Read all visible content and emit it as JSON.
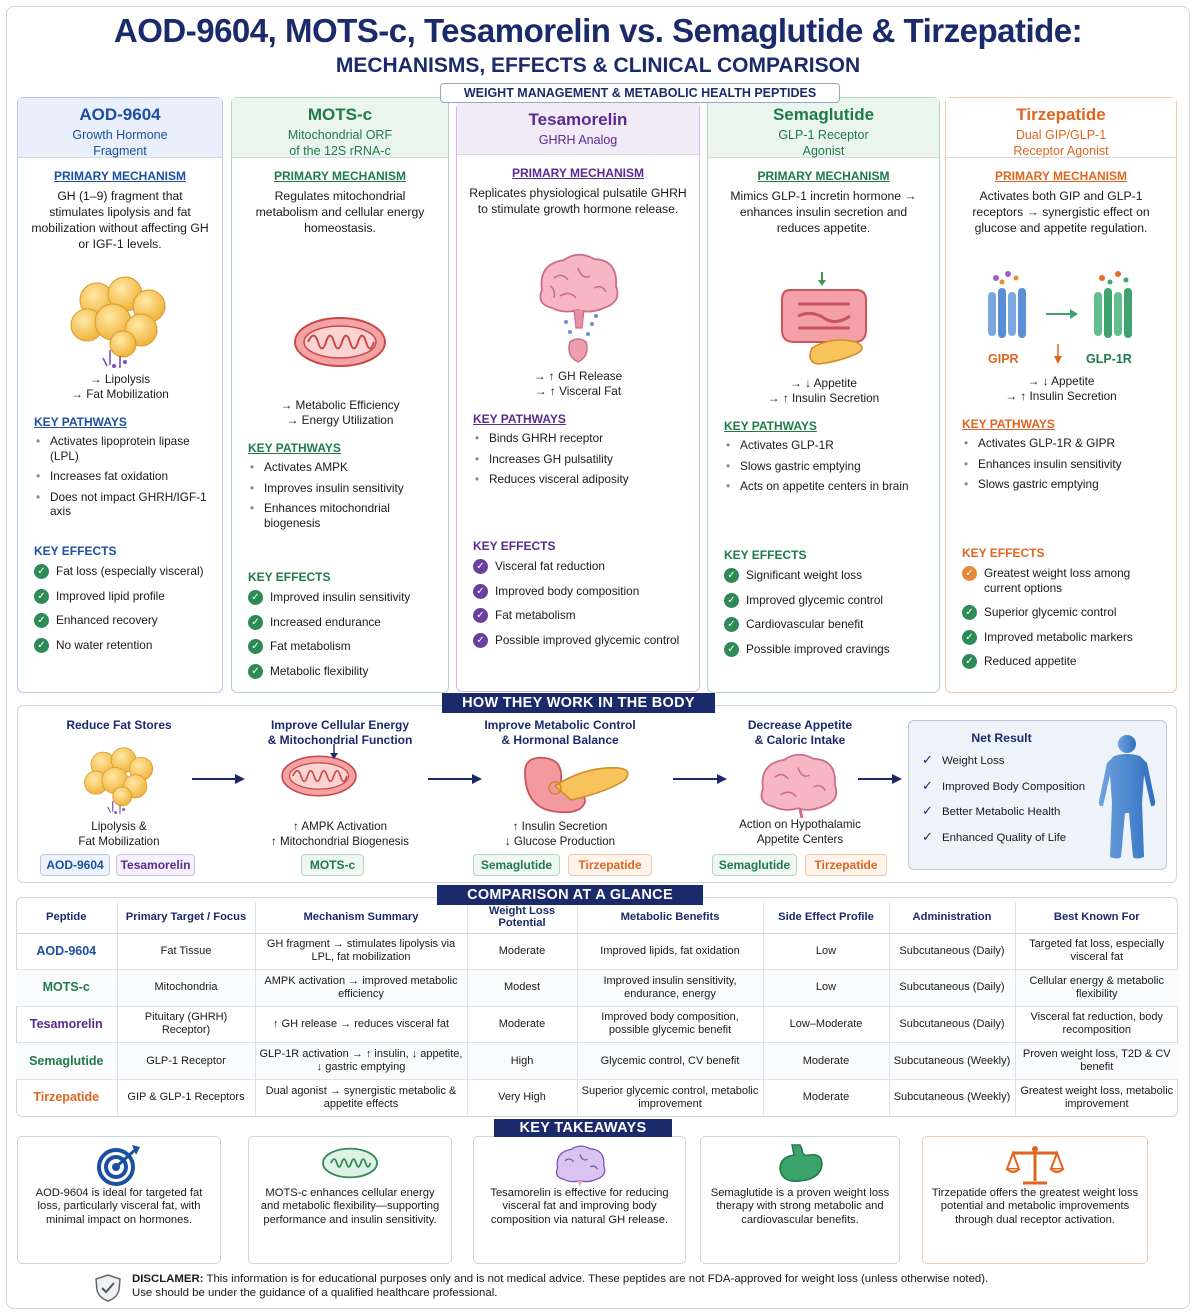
{
  "header": {
    "title": "AOD-9604, MOTS-c, Tesamorelin vs. Semaglutide & Tirzepatide:",
    "subtitle": "MECHANISMS, EFFECTS & CLINICAL COMPARISON",
    "pill": "WEIGHT MANAGEMENT & METABOLIC HEALTH PEPTIDES"
  },
  "colors": {
    "aod": "#1b4fa0",
    "mots": "#207a4a",
    "tesa": "#5b2a90",
    "sema": "#207a4a",
    "tirz": "#e0651f",
    "navy": "#1b2a6b",
    "check_green": "#2e8b57",
    "check_purple": "#6b3fa0",
    "check_orange": "#e08a3a"
  },
  "cards": [
    {
      "name": "AOD-9604",
      "sub": [
        "Growth Hormone",
        "Fragment"
      ],
      "mech_title": "PRIMARY MECHANISM",
      "mech": "GH (1–9) fragment that stimulates lipolysis and fat mobilization without affecting GH or IGF-1 levels.",
      "arrows": [
        "→ Lipolysis",
        "→ Fat Mobilization"
      ],
      "kp_title": "KEY PATHWAYS",
      "kp": [
        "Activates lipoprotein lipase (LPL)",
        "Increases fat oxidation",
        "Does not impact GHRH/IGF-1 axis"
      ],
      "ke_title": "KEY EFFECTS",
      "ke": [
        "Fat loss (especially visceral)",
        "Improved lipid profile",
        "Enhanced recovery",
        "No water retention"
      ],
      "icon": "fat-cells-icon"
    },
    {
      "name": "MOTS-c",
      "sub": [
        "Mitochondrial ORF",
        "of the 12S rRNA-c"
      ],
      "mech_title": "PRIMARY MECHANISM",
      "mech": "Regulates mitochondrial metabolism and cellular energy homeostasis.",
      "arrows": [
        "→ Metabolic Efficiency",
        "→ Energy Utilization"
      ],
      "kp_title": "KEY PATHWAYS",
      "kp": [
        "Activates AMPK",
        "Improves insulin sensitivity",
        "Enhances mitochondrial biogenesis"
      ],
      "ke_title": "KEY EFFECTS",
      "ke": [
        "Improved insulin sensitivity",
        "Increased endurance",
        "Fat metabolism",
        "Metabolic flexibility"
      ],
      "icon": "mitochondria-icon"
    },
    {
      "name": "Tesamorelin",
      "sub": [
        "GHRH Analog"
      ],
      "mech_title": "PRIMARY MECHANISM",
      "mech": "Replicates physiological pulsatile GHRH to stimulate growth hormone release.",
      "arrows": [
        "→ ↑ GH Release",
        "→ ↑ Visceral Fat"
      ],
      "kp_title": "KEY PATHWAYS",
      "kp": [
        "Binds GHRH receptor",
        "Increases GH pulsatility",
        "Reduces visceral adiposity"
      ],
      "ke_title": "KEY EFFECTS",
      "ke": [
        "Visceral fat reduction",
        "Improved body composition",
        "Fat metabolism",
        "Possible improved glycemic control"
      ],
      "icon": "brain-pituitary-icon"
    },
    {
      "name": "Semaglutide",
      "sub": [
        "GLP-1 Receptor",
        "Agonist"
      ],
      "mech_title": "PRIMARY MECHANISM",
      "mech": "Mimics GLP-1 incretin hormone → enhances insulin secretion and reduces appetite.",
      "arrows": [
        "→ ↓ Appetite",
        "→ ↑ Insulin Secretion"
      ],
      "kp_title": "KEY PATHWAYS",
      "kp": [
        "Activates GLP-1R",
        "Slows gastric emptying",
        "Acts on appetite centers in brain"
      ],
      "ke_title": "KEY EFFECTS",
      "ke": [
        "Significant weight loss",
        "Improved glycemic control",
        "Cardiovascular benefit",
        "Possible improved cravings"
      ],
      "icon": "intestine-pancreas-icon"
    },
    {
      "name": "Tirzepatide",
      "sub": [
        "Dual GIP/GLP-1",
        "Receptor Agonist"
      ],
      "mech_title": "PRIMARY MECHANISM",
      "mech": "Activates both GIP and GLP-1 receptors → synergistic effect on glucose and appetite regulation.",
      "arrows": [
        "→ ↓ Appetite",
        "→ ↑ Insulin Secretion"
      ],
      "kp_title": "KEY PATHWAYS",
      "kp": [
        "Activates GLP-1R & GIPR",
        "Enhances insulin sensitivity",
        "Slows gastric emptying"
      ],
      "ke_title": "KEY EFFECTS",
      "ke": [
        "Greatest weight loss among current options",
        "Superior glycemic control",
        "Improved metabolic markers",
        "Reduced appetite"
      ],
      "icon": "dual-receptor-icon",
      "receptor_labels": [
        "GIPR",
        "GLP-1R"
      ]
    }
  ],
  "how": {
    "band": "HOW THEY WORK IN THE BODY",
    "steps": [
      {
        "title": [
          "Reduce Fat Stores"
        ],
        "caption": [
          "Lipolysis &",
          "Fat Mobilization"
        ],
        "tags": [
          "AOD-9604",
          "Tesamorelin"
        ]
      },
      {
        "title": [
          "Improve Cellular Energy",
          "& Mitochondrial Function"
        ],
        "caption": [
          "↑ AMPK Activation",
          "↑ Mitochondrial Biogenesis"
        ],
        "tags": [
          "MOTS-c"
        ]
      },
      {
        "title": [
          "Improve Metabolic Control",
          "& Hormonal Balance"
        ],
        "caption": [
          "↑ Insulin Secretion",
          "↓ Glucose Production"
        ],
        "tags": [
          "Semaglutide",
          "Tirzepatide"
        ]
      },
      {
        "title": [
          "Decrease Appetite",
          "& Caloric Intake"
        ],
        "caption": [
          "Action on Hypothalamic",
          "Appetite Centers"
        ],
        "tags": [
          "Semaglutide",
          "Tirzepatide"
        ]
      }
    ],
    "net_title": "Net Result",
    "net": [
      "Weight Loss",
      "Improved Body Composition",
      "Better Metabolic Health",
      "Enhanced Quality of Life"
    ]
  },
  "comparison": {
    "band": "COMPARISON AT A GLANCE",
    "headers": [
      "Peptide",
      "Primary Target / Focus",
      "Mechanism Summary",
      "Weight Loss Potential",
      "Metabolic Benefits",
      "Side Effect Profile",
      "Administration",
      "Best Known For"
    ],
    "rows": [
      [
        "AOD-9604",
        "Fat Tissue",
        "GH fragment → stimulates lipolysis via LPL, fat mobilization",
        "Moderate",
        "Improved lipids, fat oxidation",
        "Low",
        "Subcutaneous (Daily)",
        "Targeted fat loss, especially visceral fat"
      ],
      [
        "MOTS-c",
        "Mitochondria",
        "AMPK activation → improved metabolic efficiency",
        "Modest",
        "Improved insulin sensitivity, endurance, energy",
        "Low",
        "Subcutaneous (Daily)",
        "Cellular energy & metabolic flexibility"
      ],
      [
        "Tesamorelin",
        "Pituitary (GHRH) Receptor)",
        "↑ GH release → reduces visceral fat",
        "Moderate",
        "Improved body composition, possible glycemic benefit",
        "Low–Moderate",
        "Subcutaneous (Daily)",
        "Visceral fat reduction, body recomposition"
      ],
      [
        "Semaglutide",
        "GLP-1 Receptor",
        "GLP-1R activation → ↑ insulin, ↓ appetite, ↓ gastric emptying",
        "High",
        "Glycemic control, CV benefit",
        "Moderate",
        "Subcutaneous (Weekly)",
        "Proven weight loss, T2D & CV benefit"
      ],
      [
        "Tirzepatide",
        "GIP & GLP-1 Receptors",
        "Dual agonist → synergistic metabolic & appetite effects",
        "Very High",
        "Superior glycemic control, metabolic improvement",
        "Moderate",
        "Subcutaneous (Weekly)",
        "Greatest weight loss, metabolic improvement"
      ]
    ]
  },
  "takeaways": {
    "band": "KEY TAKEAWAYS",
    "items": [
      {
        "text": "AOD-9604 is ideal for targeted fat loss, particularly visceral fat, with minimal impact on hormones.",
        "icon": "target-icon"
      },
      {
        "text": "MOTS-c enhances cellular energy and metabolic flexibility—supporting performance and insulin sensitivity.",
        "icon": "mitochondria-icon"
      },
      {
        "text": "Tesamorelin is effective for reducing visceral fat and improving body composition via natural GH release.",
        "icon": "brain-pituitary-icon"
      },
      {
        "text": "Semaglutide is a proven weight loss therapy with strong metabolic and cardiovascular benefits.",
        "icon": "stomach-icon"
      },
      {
        "text": "Tirzepatide offers the greatest weight loss potential and metabolic improvements through dual receptor activation.",
        "icon": "scale-icon"
      }
    ]
  },
  "disclaimer": {
    "label": "DISCLAMER:",
    "text": "This information is for educational purposes only and is not medical advice. These peptides are not FDA-approved for weight loss (unless otherwise noted).",
    "text2": "Use should be under the guidance of a qualified healthcare professional."
  }
}
